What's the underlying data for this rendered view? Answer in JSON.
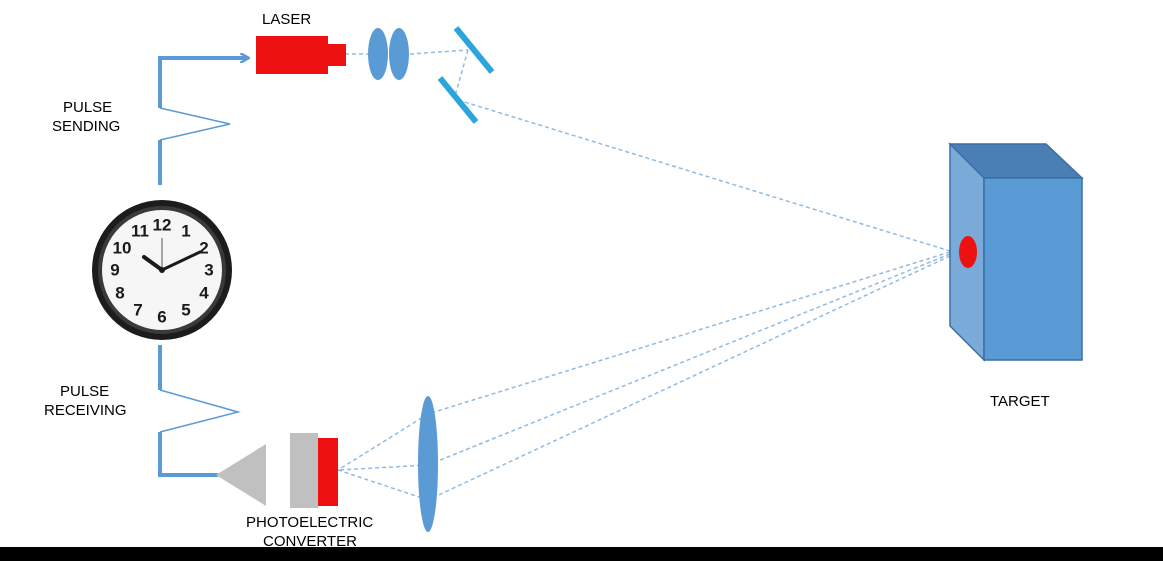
{
  "labels": {
    "laser": "LASER",
    "pulse_sending_1": "PULSE",
    "pulse_sending_2": "SENDING",
    "pulse_receiving_1": "PULSE",
    "pulse_receiving_2": "RECEIVING",
    "photoelectric_1": "PHOTOELECTRIC",
    "photoelectric_2": "CONVERTER",
    "target": "TARGET"
  },
  "clock": {
    "numerals": [
      "12",
      "1",
      "2",
      "3",
      "4",
      "5",
      "6",
      "7",
      "8",
      "9",
      "10",
      "11"
    ]
  },
  "colors": {
    "wire": "#5b9bd5",
    "beam": "#8fbbe3",
    "laser": "#ee1111",
    "lens": "#5b9bd5",
    "mirror": "#2aa6dc",
    "target_front": "#5b9bd5",
    "target_side": "#7aaad8",
    "target_top": "#4a7fb5",
    "target_spot": "#ee1111",
    "detector_body": "#c0c0c0",
    "detector_sensor": "#ee1111"
  }
}
